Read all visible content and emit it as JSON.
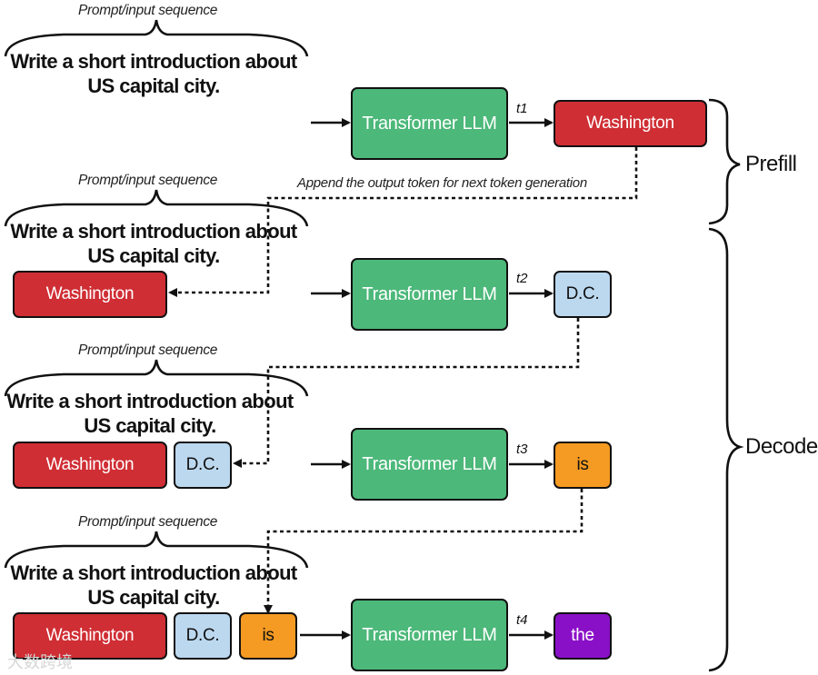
{
  "prompt_label": "Prompt/input sequence",
  "prompt_text": "Write a short introduction about US capital city.",
  "model_label": "Transformer LLM",
  "append_note": "Append the output token for next token generation",
  "stages": {
    "prefill": "Prefill",
    "decode": "Decode"
  },
  "steps": [
    {
      "time": "t1",
      "output": "Washington",
      "output_color": "#cf2e34"
    },
    {
      "time": "t2",
      "output": "D.C.",
      "output_color": "#bcd8ef"
    },
    {
      "time": "t3",
      "output": "is",
      "output_color": "#f59a22"
    },
    {
      "time": "t4",
      "output": "the",
      "output_color": "#8a10c8"
    }
  ],
  "input_tokens": {
    "row2": [
      "Washington"
    ],
    "row3": [
      "Washington",
      "D.C."
    ],
    "row4": [
      "Washington",
      "D.C.",
      "is"
    ]
  },
  "watermark": "大数跨境"
}
